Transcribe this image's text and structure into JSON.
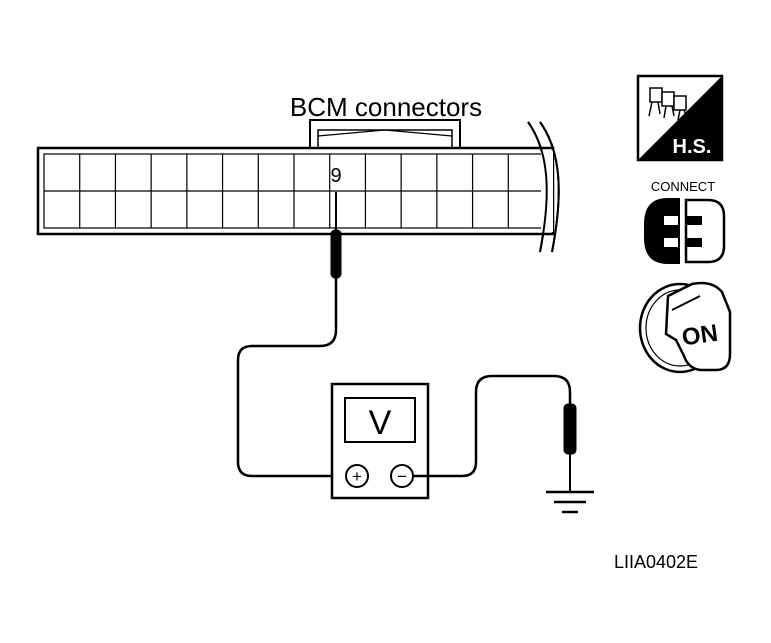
{
  "diagram": {
    "connector_label": "BCM connectors",
    "terminal_number": "9",
    "meter_symbol": "V",
    "plus_terminal_symbol": "+",
    "minus_terminal_symbol": "−",
    "figure_code": "LIIA0402E"
  },
  "icons": [
    {
      "name": "hs-harness-icon",
      "text": "H.S."
    },
    {
      "name": "connect-icon",
      "text": "CONNECT"
    },
    {
      "name": "ignition-on-icon",
      "text": "ON"
    }
  ],
  "colors": {
    "ink": "#000000",
    "paper": "#ffffff"
  }
}
